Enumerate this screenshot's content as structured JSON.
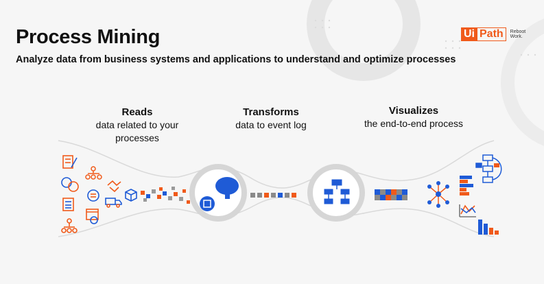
{
  "title": "Process Mining",
  "subtitle": "Analyze data from business systems and applications to understand and optimize processes",
  "logo": {
    "brand_ui": "Ui",
    "brand_path": "Path",
    "tagline_1": "Reboot",
    "tagline_2": "Work."
  },
  "stages": {
    "reads": {
      "heading": "Reads",
      "line1": "data related to your",
      "line2": "processes"
    },
    "transforms": {
      "heading": "Transforms",
      "line1": "data to event log"
    },
    "visualizes": {
      "heading": "Visualizes",
      "line1": "the end-to-end process"
    }
  },
  "colors": {
    "accent": "#f05a1a",
    "blue": "#1f5bd6",
    "gray": "#8a8a8a",
    "background": "#f6f6f6"
  },
  "icons": [
    "document-edit-icon",
    "currency-exchange-icon",
    "document-list-icon",
    "org-chart-icon",
    "hierarchy-icon",
    "handshake-icon",
    "chat-icon",
    "calendar-icon",
    "cube-icon",
    "truck-icon",
    "brain-icon",
    "chip-icon",
    "flowchart-icon",
    "network-icon",
    "bar-chart-icon",
    "line-chart-icon"
  ]
}
